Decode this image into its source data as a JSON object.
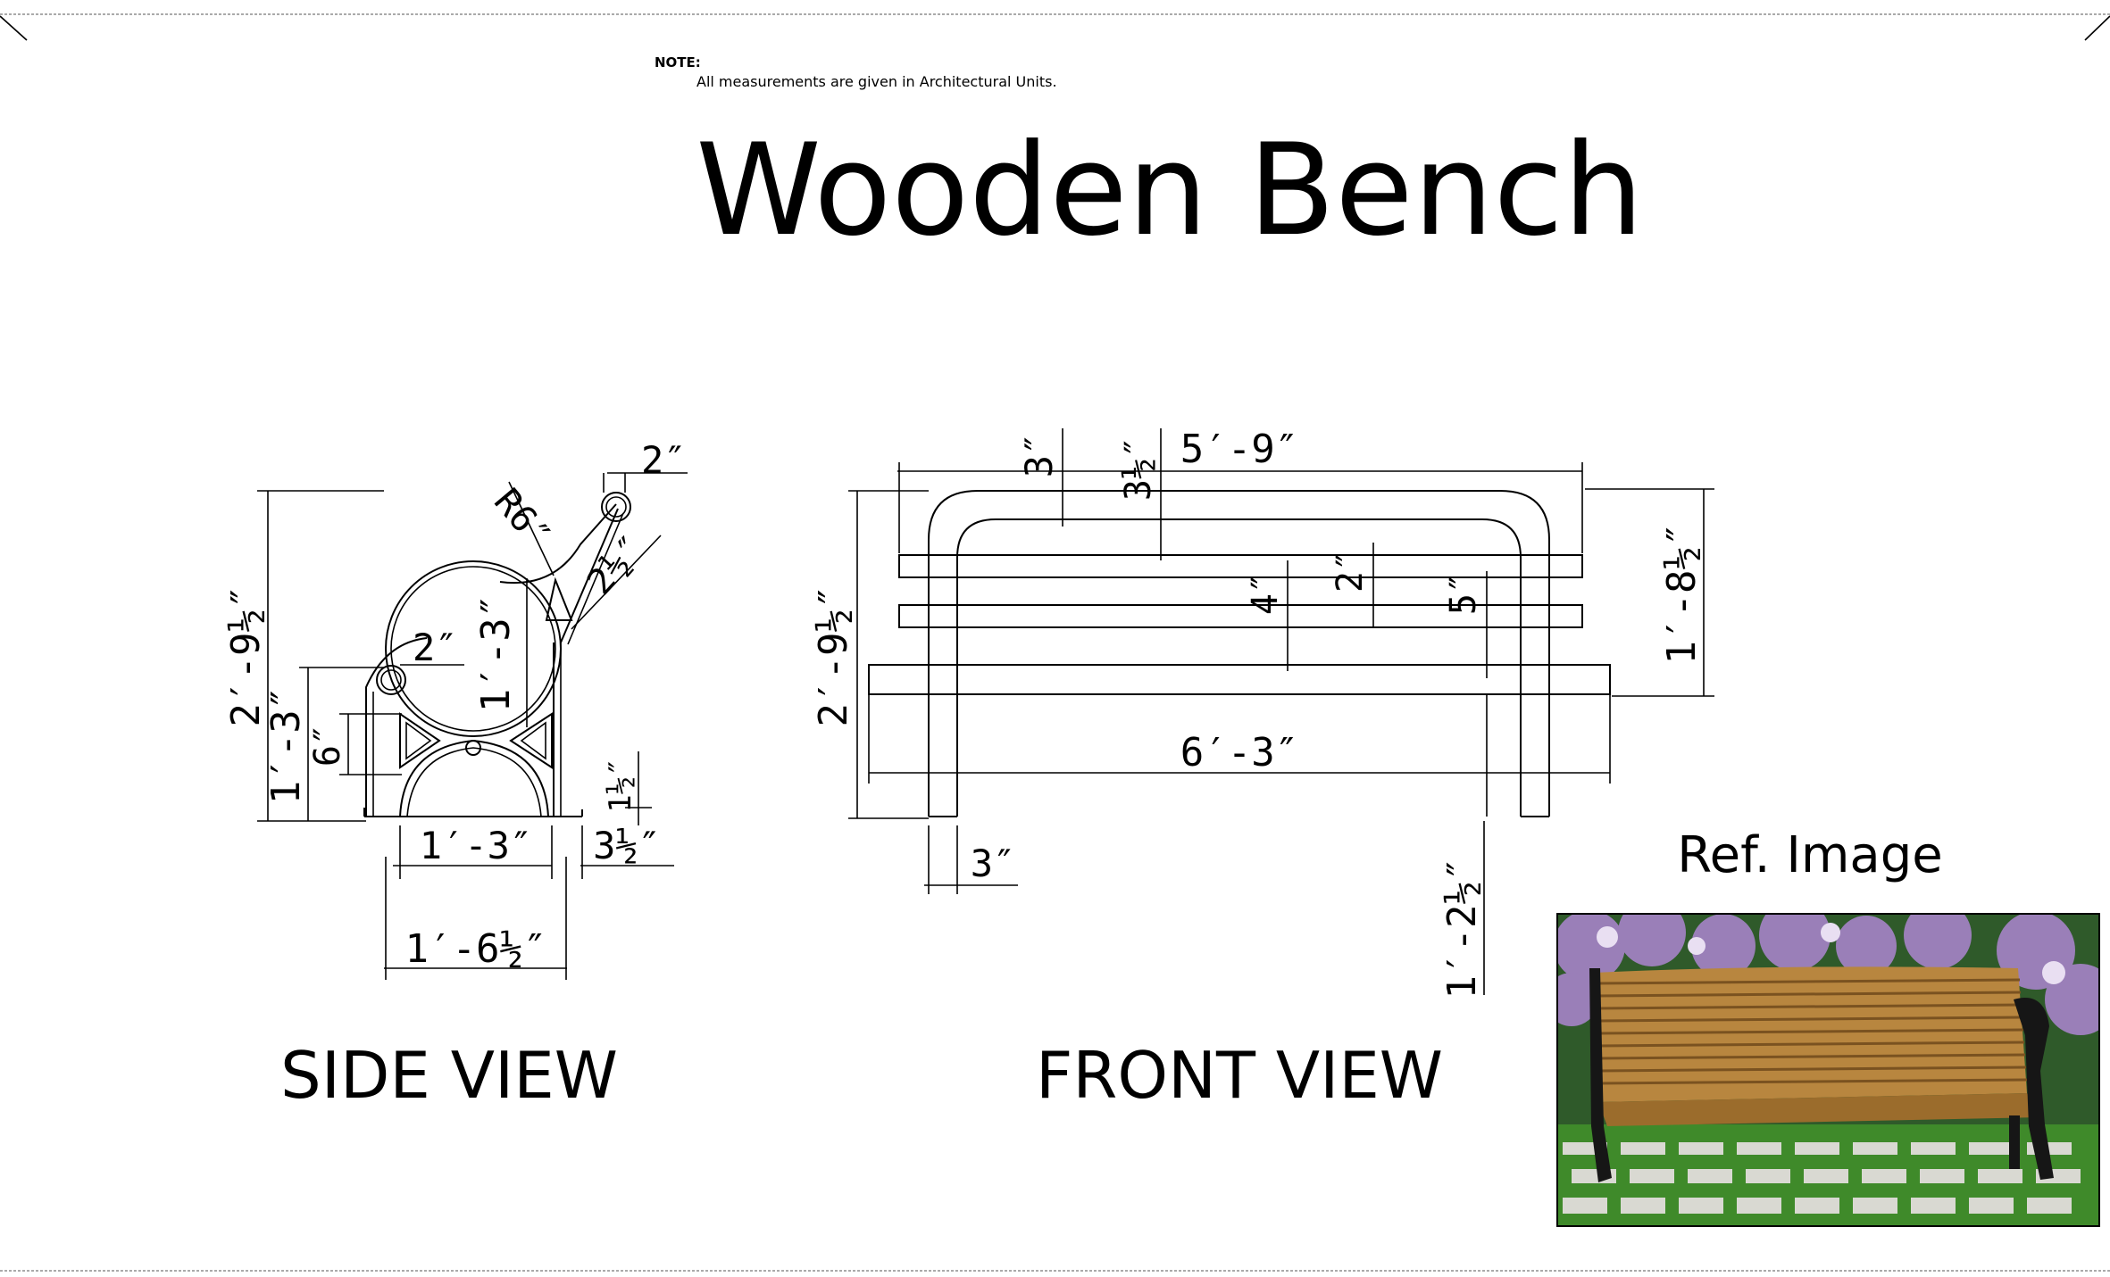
{
  "note": {
    "label": "NOTE:",
    "text": "All measurements are given in Architectural Units."
  },
  "title": "Wooden Bench",
  "views": {
    "side": {
      "label": "SIDE VIEW",
      "dims": {
        "overall_height": "2′-9½″",
        "seat_height": "1′-3″",
        "mid": "6″",
        "radius": "R6″",
        "arm_width": "2″",
        "back_angle_dim": "2½″",
        "knob": "2″",
        "inner_height": "1′-3″",
        "foot": "1½″",
        "leg_gap": "1′-3″",
        "toe": "3½″",
        "base_width": "1′-6½″"
      }
    },
    "front": {
      "label": "FRONT VIEW",
      "dims": {
        "top_rail": "3″",
        "rail_gap": "3½″",
        "top_width": "5′-9″",
        "overall_height": "2′-9½″",
        "slat1": "4″",
        "slat2": "2″",
        "slat3": "5″",
        "seat_width": "6′-3″",
        "back_height": "1′-8½″",
        "leg_width": "3″",
        "seat_to_floor": "1′-2½″"
      }
    }
  },
  "ref": {
    "label": "Ref. Image"
  },
  "colors": {
    "wood": "#b8863f",
    "wood_dark": "#7a5220",
    "iron": "#161616",
    "grass": "#3f8a2a",
    "pavers": "#d9d9d2",
    "flowers": "#9a7fb8",
    "hedge": "#2f5a2a"
  }
}
